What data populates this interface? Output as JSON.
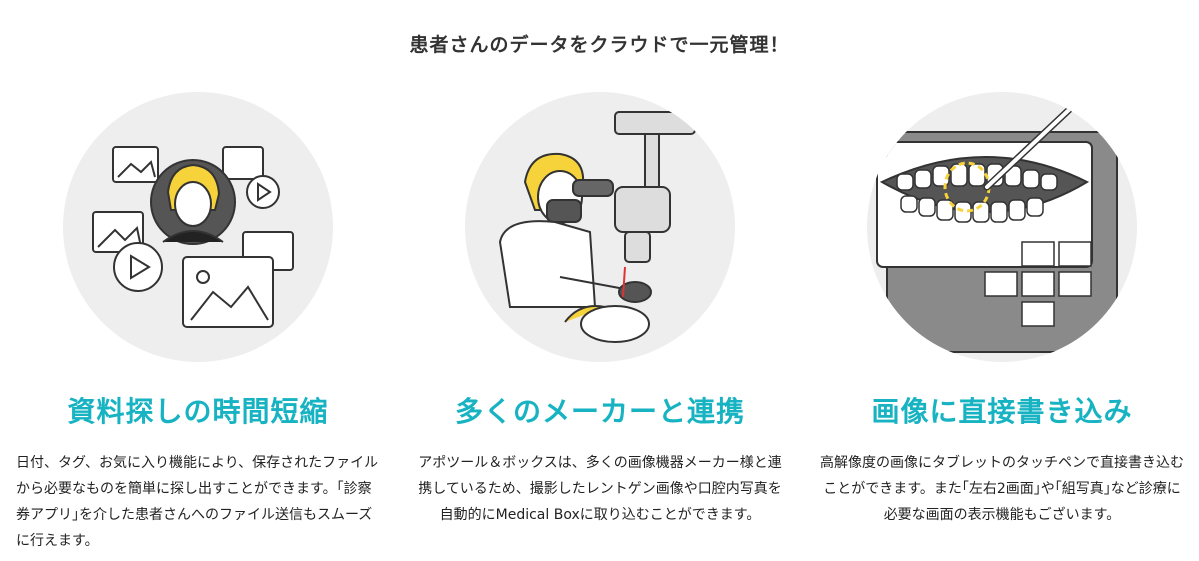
{
  "heading": "患者さんのデータをクラウドで一元管理！",
  "features": [
    {
      "icon": "image-files-illustration",
      "title": "資料探しの時間短縮",
      "description": "日付、タグ、お気に入り機能により、保存されたファイルから必要なものを簡単に探し出すことができます。｢診察券アプリ｣を介した患者さんへのファイル送信もスムーズに行えます。"
    },
    {
      "icon": "dentist-microscope-illustration",
      "title": "多くのメーカーと連携",
      "description": "アポツール＆ボックスは、多くの画像機器メーカー様と連携しているため、撮影したレントゲン画像や口腔内写真を自動的にMedical Boxに取り込むことができます。"
    },
    {
      "icon": "teeth-tablet-pen-illustration",
      "title": "画像に直接書き込み",
      "description": "高解像度の画像にタブレットのタッチペンで直接書き込むことができます。また｢左右2画面｣や｢組写真｣など診療に必要な画面の表示機能もございます。"
    }
  ]
}
